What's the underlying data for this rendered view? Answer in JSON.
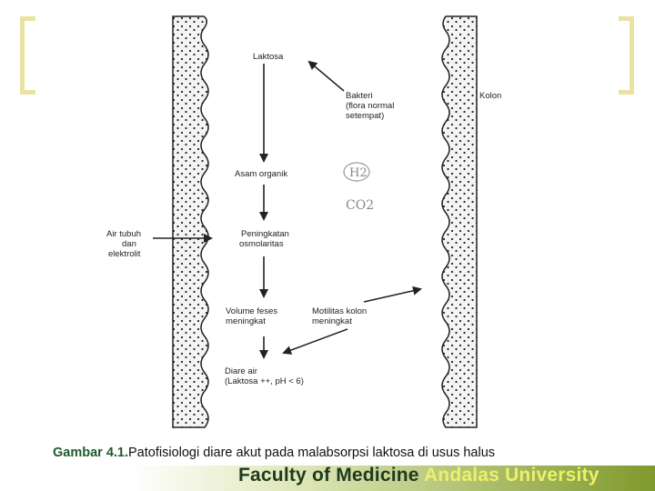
{
  "diagram": {
    "labels": {
      "laktosa": "Laktosa",
      "bakteri_1": "Bakteri",
      "bakteri_2": "(flora normal",
      "bakteri_3": "setempat)",
      "kolon": "Kolon",
      "asam_organik": "Asam organik",
      "peningkatan_1": "Peningkatan",
      "peningkatan_2": "osmolaritas",
      "air_tubuh_1": "Air tubuh",
      "air_tubuh_2": "dan",
      "air_tubuh_3": "elektrolit",
      "volume_1": "Volume feses",
      "volume_2": "meningkat",
      "motilitas_1": "Motilitas kolon",
      "motilitas_2": "meningkat",
      "diare_1": "Diare air",
      "diare_2": "(Laktosa ++, pH < 6)"
    },
    "handwritten": {
      "h2": "H2",
      "co2": "CO2"
    }
  },
  "caption": {
    "lead": "Gambar 4.1.",
    "text": "Patofisiologi diare akut pada malabsorpsi laktosa di usus halus"
  },
  "footer": {
    "part1": "Faculty of Medicine",
    "part2": "Andalas University"
  },
  "colors": {
    "bracket": "#e8e3a0",
    "footer_dark": "#7f9a2c",
    "footer_text_accent": "#eef06a"
  }
}
